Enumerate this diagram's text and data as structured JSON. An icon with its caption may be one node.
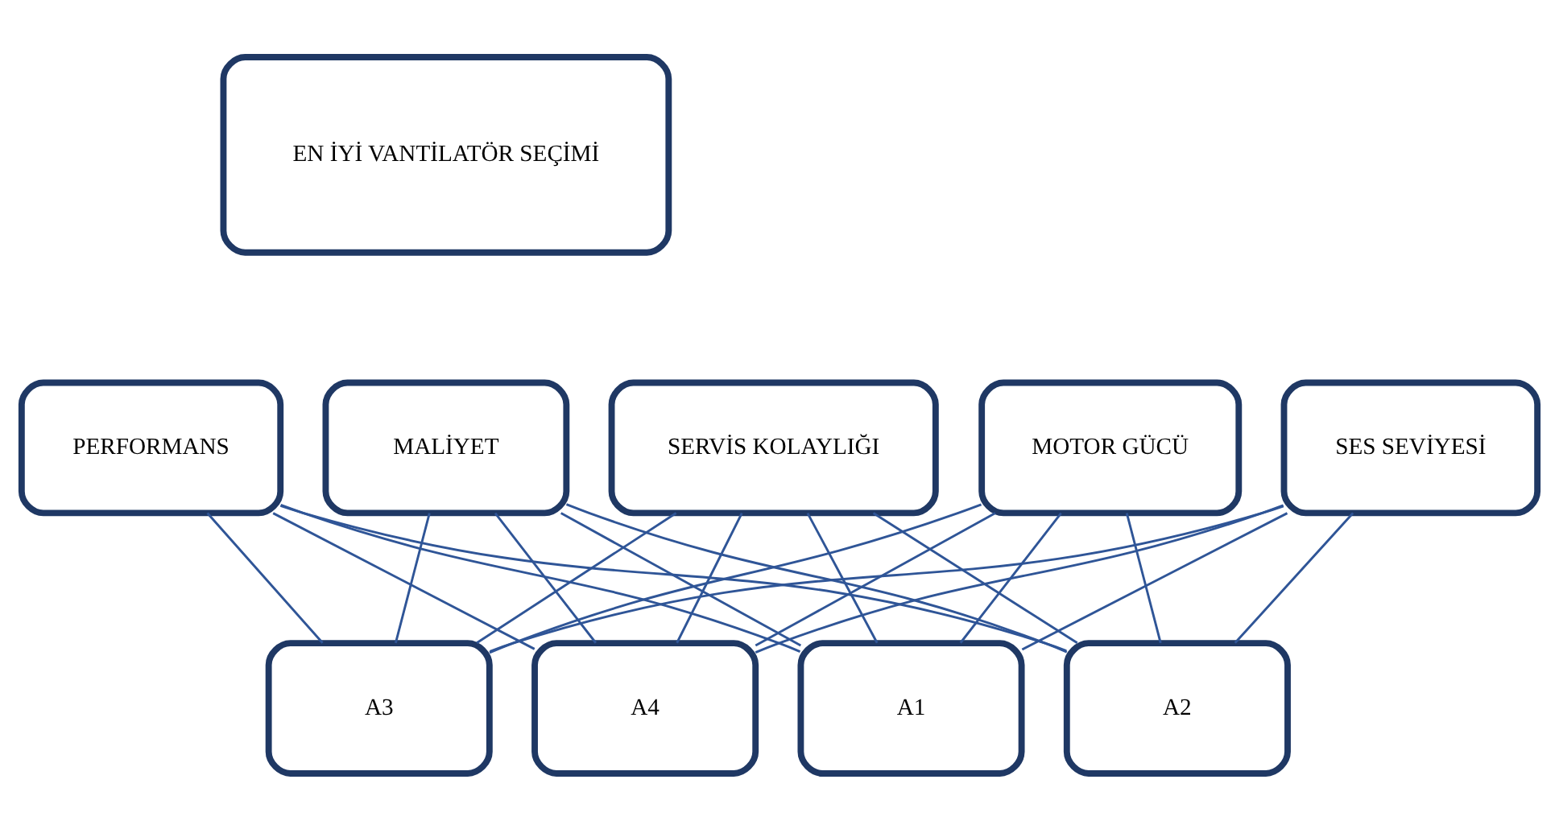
{
  "diagram": {
    "nodes": [
      {
        "text": [
          "EN İYİ VANTİLATÖR SEÇİMİ"
        ]
      },
      {
        "text": [
          "SES SEVİYESİ"
        ]
      },
      {
        "text": [
          "PERFORMANS"
        ]
      },
      {
        "text": [
          "MALİYET"
        ]
      },
      {
        "text": [
          "SERVİS KOLAYLIĞI"
        ]
      },
      {
        "text": [
          "MOTOR GÜCÜ"
        ]
      },
      {
        "text": [
          "A1"
        ]
      },
      {
        "text": [
          "A2"
        ]
      },
      {
        "text": [
          "A3"
        ]
      },
      {
        "text": [
          "A4"
        ]
      }
    ],
    "edges": [
      {
        "from": 1,
        "to": 6,
        "arrow": "none"
      },
      {
        "from": 1,
        "to": 7,
        "arrow": "none"
      },
      {
        "from": 1,
        "to": 8,
        "arrow": "none"
      },
      {
        "from": 1,
        "to": 9,
        "arrow": "none"
      },
      {
        "from": 2,
        "to": 6,
        "arrow": "none"
      },
      {
        "from": 2,
        "to": 7,
        "arrow": "none"
      },
      {
        "from": 2,
        "to": 8,
        "arrow": "none"
      },
      {
        "from": 2,
        "to": 9,
        "arrow": "none"
      },
      {
        "from": 3,
        "to": 6,
        "arrow": "none"
      },
      {
        "from": 3,
        "to": 7,
        "arrow": "none"
      },
      {
        "from": 3,
        "to": 8,
        "arrow": "none"
      },
      {
        "from": 3,
        "to": 9,
        "arrow": "none"
      },
      {
        "from": 4,
        "to": 6,
        "arrow": "none"
      },
      {
        "from": 4,
        "to": 7,
        "arrow": "none"
      },
      {
        "from": 4,
        "to": 8,
        "arrow": "none"
      },
      {
        "from": 4,
        "to": 9,
        "arrow": "none"
      },
      {
        "from": 5,
        "to": 6,
        "arrow": "none"
      },
      {
        "from": 5,
        "to": 7,
        "arrow": "none"
      },
      {
        "from": 5,
        "to": 8,
        "arrow": "none"
      },
      {
        "from": 5,
        "to": 9,
        "arrow": "none"
      }
    ]
  }
}
